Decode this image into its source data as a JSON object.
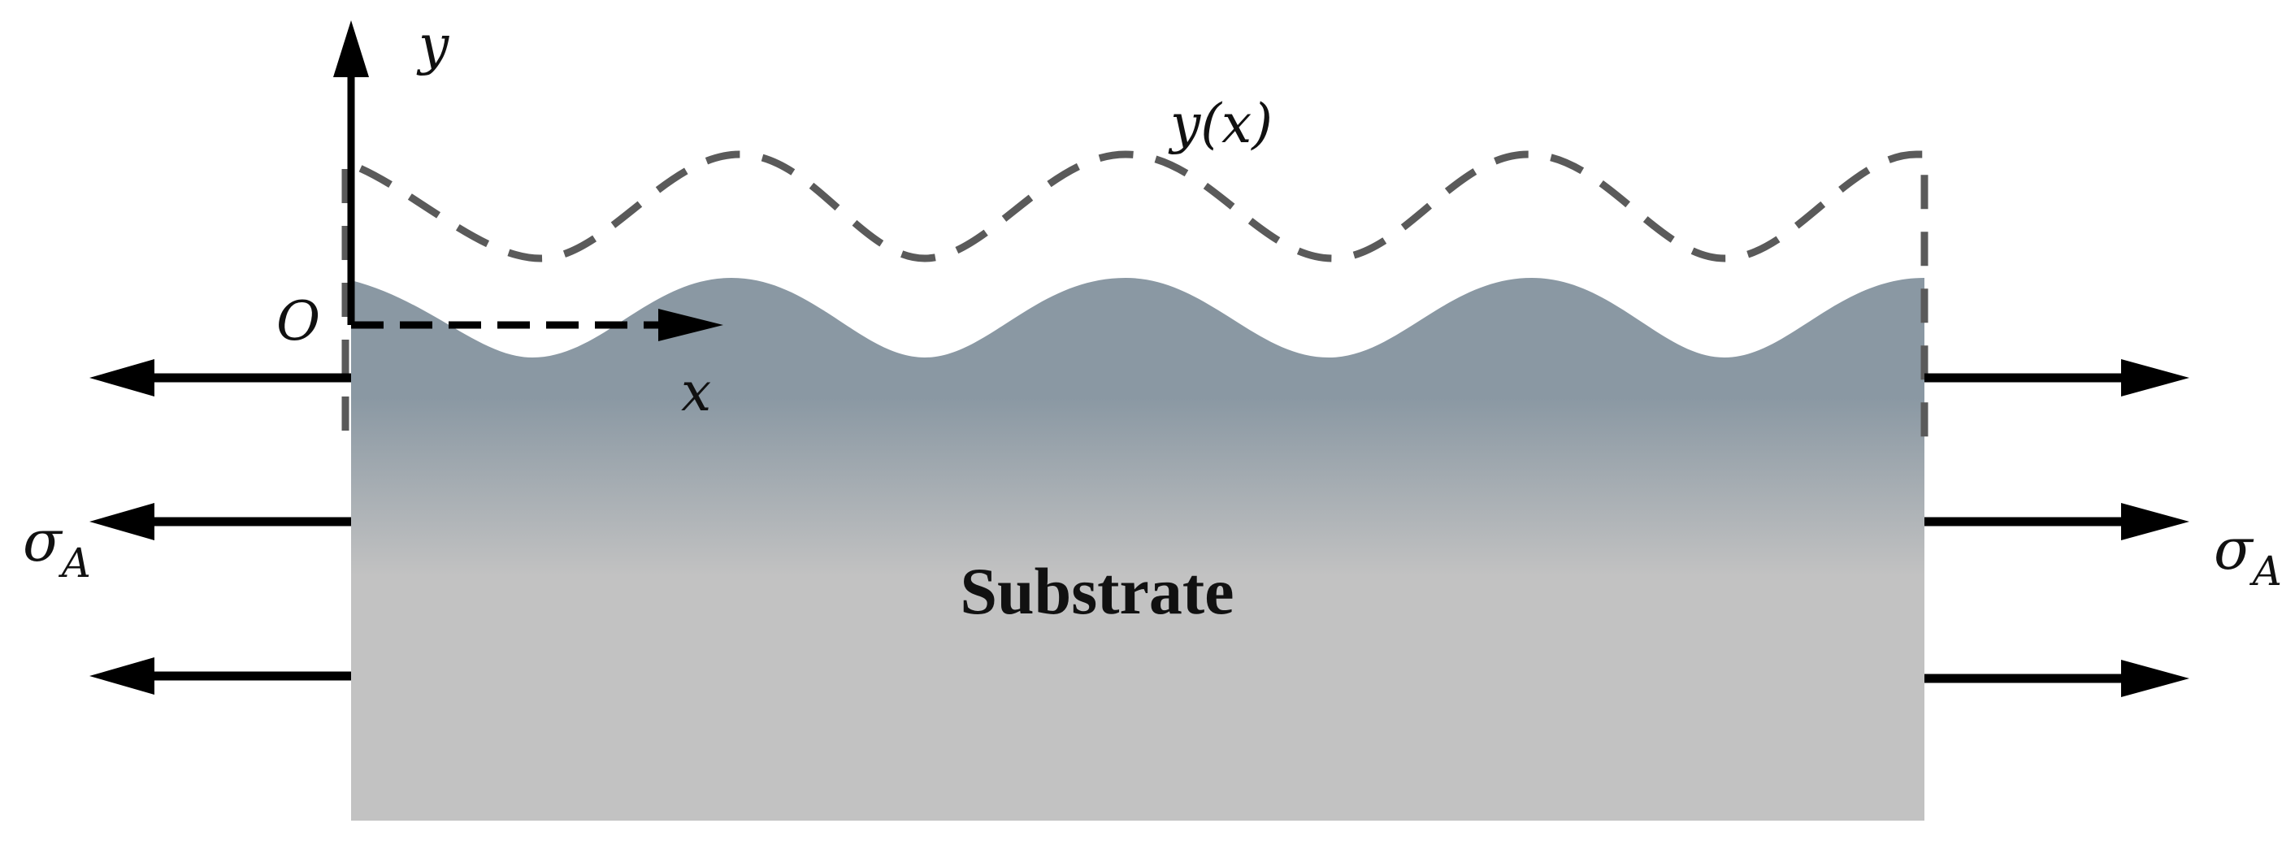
{
  "labels": {
    "y_axis": "y",
    "x_axis": "x",
    "origin": "O",
    "surface_curve": "y(x)",
    "substrate": "Substrate",
    "stress_symbol": "σ",
    "stress_subscript": "A"
  },
  "colors": {
    "substrate_top": "#8a98a3",
    "substrate_bottom": "#c2c2c2",
    "dashed_curve": "#5a5a5a",
    "arrows": "#000000"
  }
}
